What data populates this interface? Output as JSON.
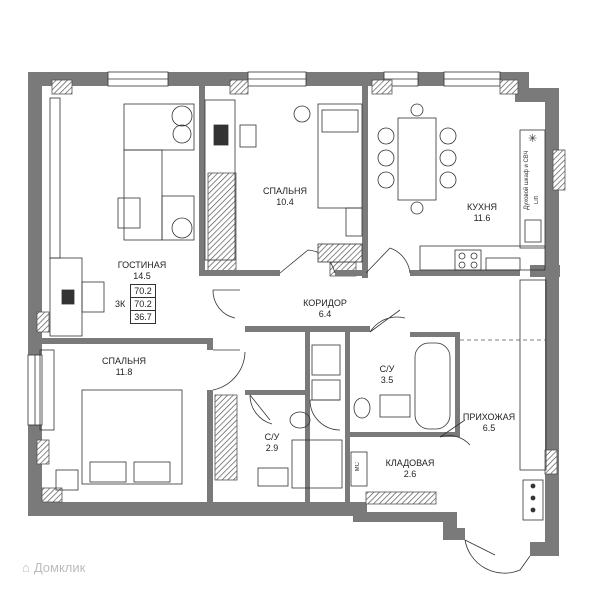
{
  "rooms": {
    "living": {
      "name": "ГОСТИНАЯ",
      "area": "14.5"
    },
    "bedroom1": {
      "name": "СПАЛЬНЯ",
      "area": "10.4"
    },
    "kitchen": {
      "name": "КУХНЯ",
      "area": "11.6"
    },
    "corridor": {
      "name": "КОРИДОР",
      "area": "6.4"
    },
    "bedroom2": {
      "name": "СПАЛЬНЯ",
      "area": "11.8"
    },
    "bath1": {
      "name": "С/У",
      "area": "3.5"
    },
    "bath2": {
      "name": "С/У",
      "area": "2.9"
    },
    "storage": {
      "name": "КЛАДОВАЯ",
      "area": "2.6"
    },
    "hall": {
      "name": "ПРИХОЖАЯ",
      "area": "6.5"
    }
  },
  "summary": {
    "type": "3К",
    "total": "70.2",
    "living": "70.2",
    "kitchen": "36.7"
  },
  "appliances": {
    "oven": "Духовой шкаф и СВЧ",
    "lift": "Lift",
    "washer": "МС"
  },
  "watermark": "Домклик",
  "colors": {
    "wall": "#7a7a7a",
    "hatch": "#555555",
    "line": "#333333"
  }
}
